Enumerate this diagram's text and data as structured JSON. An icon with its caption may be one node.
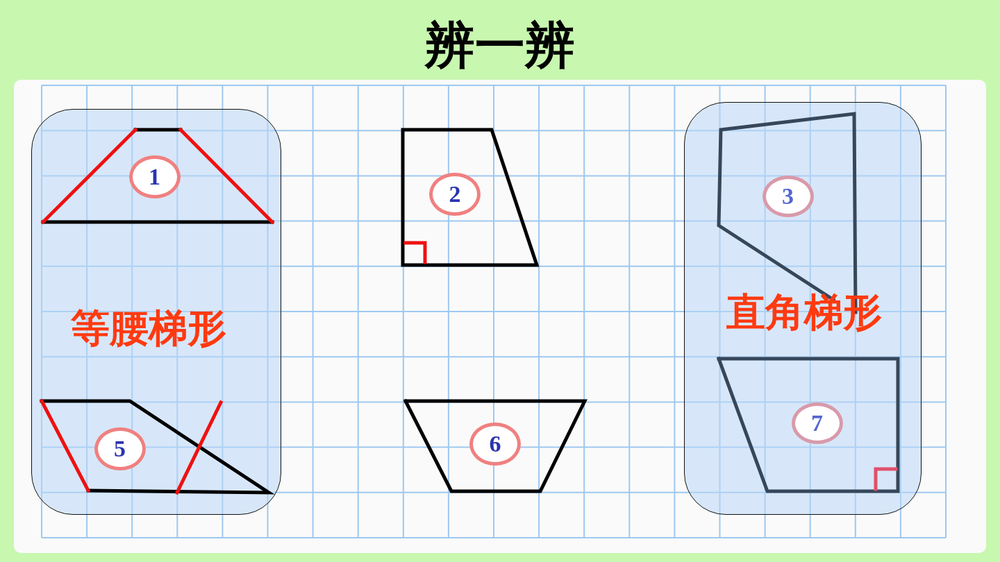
{
  "diagram": {
    "title": "辨一辨",
    "nodes": [
      {
        "text": [
          "等腰梯形"
        ]
      },
      {
        "text": [
          "1"
        ],
        "in": 0
      },
      {
        "text": [
          "2"
        ]
      },
      {
        "text": [
          "直角梯形"
        ]
      },
      {
        "text": [
          "3"
        ],
        "in": 3
      },
      {
        "text": [
          "5"
        ],
        "in": 0
      },
      {
        "text": [
          "6"
        ]
      },
      {
        "text": [
          "7"
        ],
        "in": 3
      }
    ],
    "edges": []
  }
}
